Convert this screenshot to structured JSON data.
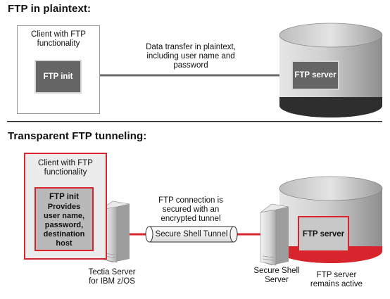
{
  "top": {
    "heading": "FTP in plaintext:",
    "client_label": "Client with FTP\nfunctionality",
    "ftp_init": "FTP init",
    "transfer_note": "Data transfer in plaintext,\nincluding user name and\npassword",
    "server_label": "FTP server"
  },
  "bottom": {
    "heading": "Transparent FTP tunneling:",
    "client_label": "Client with FTP\nfunctionality",
    "ftp_init_title": "FTP init",
    "ftp_init_detail": "Provides\nuser name,\npassword,\ndestination\nhost",
    "connection_note": "FTP connection is\nsecured with an\nencrypted tunnel",
    "tunnel_label": "Secure Shell Tunnel",
    "tectia_label": "Tectia Server\nfor IBM z/OS",
    "ssh_server_label": "Secure Shell\nServer",
    "server_label": "FTP server",
    "server_note": "FTP server\nremains active"
  },
  "colors": {
    "accent_red": "#d8242c",
    "dark_gray": "#656565",
    "light_gray": "#c8c8c8"
  }
}
